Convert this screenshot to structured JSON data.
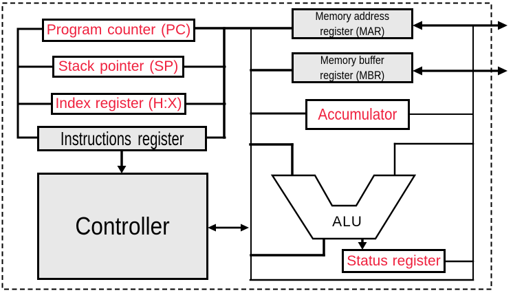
{
  "colors": {
    "register_text_red": "#ef203d",
    "block_fill_gray": "#e8e8e8",
    "line_black": "#000000",
    "background": "#ffffff"
  },
  "boxes": {
    "pc": {
      "label": "Program counter (PC)"
    },
    "sp": {
      "label": "Stack pointer (SP)"
    },
    "hx": {
      "label": "Index register (H:X)"
    },
    "ir": {
      "label": "Instructions register"
    },
    "controller": {
      "label": "Controller"
    },
    "mar": {
      "line1": "Memory address",
      "line2": "register (MAR)"
    },
    "mbr": {
      "line1": "Memory buffer",
      "line2": "register (MBR)"
    },
    "accumulator": {
      "label": "Accumulator"
    },
    "alu": {
      "label": "ALU"
    },
    "status": {
      "label": "Status register"
    }
  }
}
